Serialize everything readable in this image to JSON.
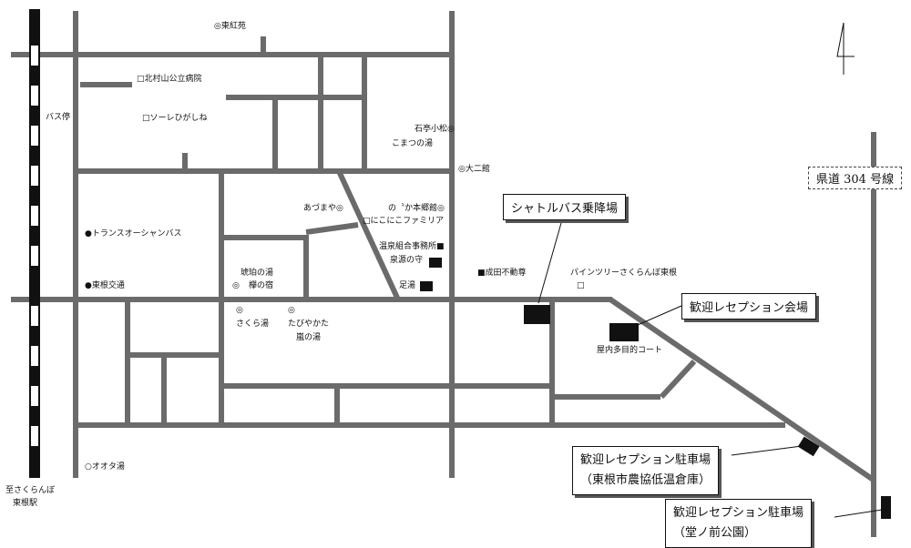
{
  "map": {
    "places": {
      "higashi_koen": "◎東紅苑",
      "kitamurayama_hospital": "□北村山公立病院",
      "sole_higashine": "□ソーレひがしね",
      "bus_stop": "バス停",
      "ishigoto_komatsu": "石亭小松◎",
      "komatsu_no_yu": "こまつの湯",
      "dainikan": "◎大二館",
      "azumaya": "あづまや◎",
      "nonka_honkyokan": "の〝か本郷館◎",
      "nikoniko_family": "□にこにこファミリア",
      "onsen_kumiai": "温泉組合事務所■",
      "izumi_no_mori": "泉源の守",
      "ashiyu": "足湯",
      "narita_fudosan": "■成田不動尊",
      "pine_tree": "パインツリーさくらんぼ東根",
      "pine_tree_mark": "□",
      "trans_ocean_bus": "●トランスオーシャンバス",
      "higashine_kotsu": "●東根交通",
      "kohaku_no_yu": "琥珀の湯",
      "kohaku_mark": "◎",
      "keyaki_no_yado": "欅の宿",
      "sakura_mark": "◎",
      "sakura_yu": "さくら湯",
      "tabiyakata_mark": "◎",
      "tabiyakata": "たびやかた",
      "arashi_no_yu": "嵐の湯",
      "okunai_court": "屋内多目的コート",
      "otate_yu": "○オオタ湯",
      "station_line1": "至さくらんぼ",
      "station_line2": "東根駅"
    },
    "callouts": {
      "shuttle": "シャトルバス乗降場",
      "reception_venue": "歓迎レセプション会場",
      "parking1_line1": "歓迎レセプション駐車場",
      "parking1_line2": "（東根市農協低温倉庫）",
      "parking2_line1": "歓迎レセプション駐車場",
      "parking2_line2": "（堂ノ前公園）"
    },
    "route_sign": "県道 304 号線"
  }
}
